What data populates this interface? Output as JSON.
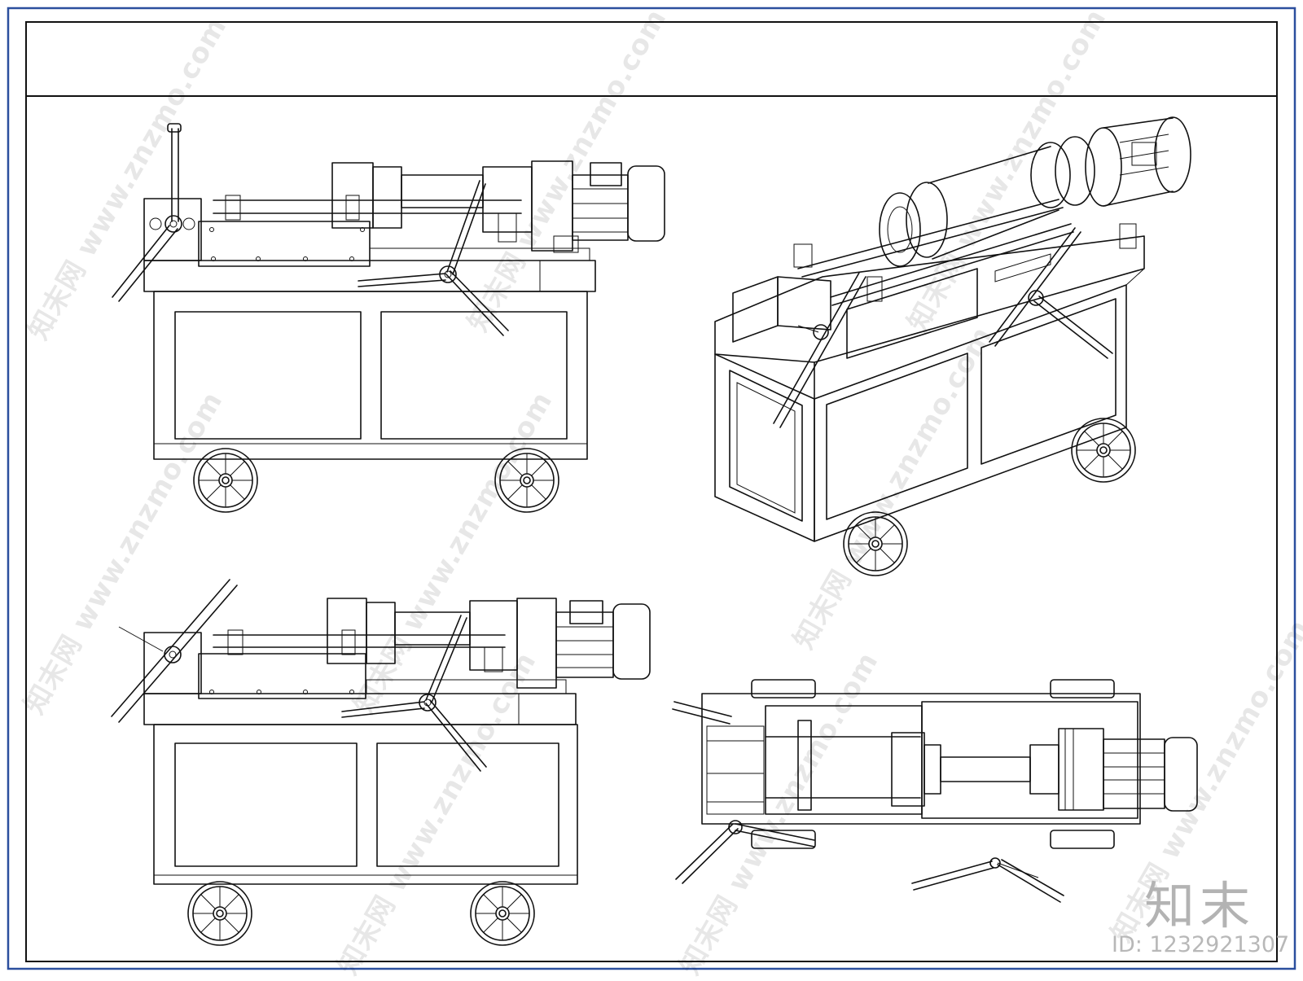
{
  "watermark": {
    "text": "知末网 www.znzmo.com",
    "color": "#000000"
  },
  "brand": {
    "logo_text": "知末",
    "id_label": "ID: 1232921307"
  },
  "colors": {
    "line": "#111111",
    "frame_outer": "#2b4f9e",
    "background": "#ffffff"
  },
  "views": [
    {
      "name": "front-view-upper"
    },
    {
      "name": "isometric-view"
    },
    {
      "name": "front-view-lower"
    },
    {
      "name": "top-view"
    }
  ]
}
